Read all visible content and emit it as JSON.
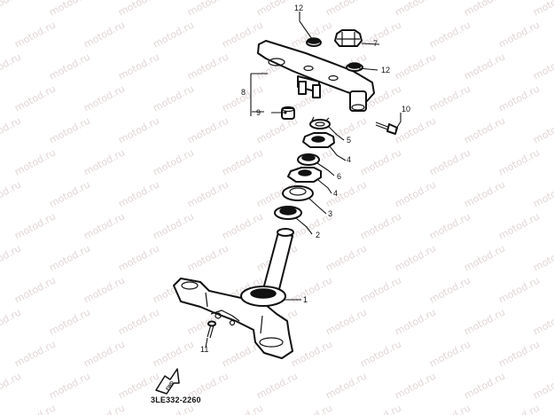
{
  "diagram": {
    "drawing_code": "3LE332-2260",
    "front_arrow_label": "FWD",
    "watermark_text": "motod.ru",
    "callouts": {
      "c1": "1",
      "c2": "2",
      "c3": "3",
      "c4a": "4",
      "c4b": "4",
      "c5": "5",
      "c6": "6",
      "c7": "7",
      "c8": "8",
      "c9": "9",
      "c10": "10",
      "c11": "11",
      "c12a": "12",
      "c12b": "12"
    }
  }
}
